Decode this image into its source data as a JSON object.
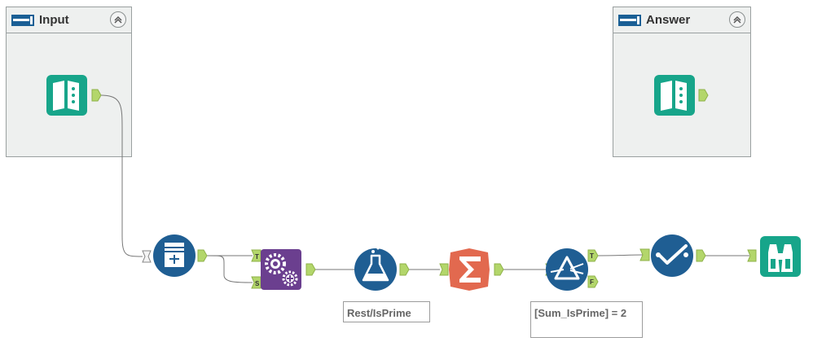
{
  "containers": [
    {
      "id": "input",
      "title": "Input"
    },
    {
      "id": "answer",
      "title": "Answer"
    }
  ],
  "tools": [
    {
      "name": "text-input-tool",
      "icon": "book-icon",
      "color": "#17a58a"
    },
    {
      "name": "text-input-answer-tool",
      "icon": "book-icon",
      "color": "#17a58a"
    },
    {
      "name": "generate-rows-tool",
      "icon": "list-add-icon",
      "color": "#1f5e93"
    },
    {
      "name": "append-fields-tool",
      "icon": "gears-icon",
      "color": "#6b3f8f"
    },
    {
      "name": "formula-tool",
      "icon": "flask-icon",
      "color": "#1f5e93"
    },
    {
      "name": "summarize-tool",
      "icon": "sigma-icon",
      "color": "#e2694f"
    },
    {
      "name": "filter-tool",
      "icon": "prism-icon",
      "color": "#1f5e93"
    },
    {
      "name": "select-tool",
      "icon": "checkmark-icon",
      "color": "#1f5e93"
    },
    {
      "name": "browse-tool",
      "icon": "binoculars-icon",
      "color": "#17a58a"
    }
  ],
  "anchors": {
    "append_targets": "T",
    "append_source": "S",
    "filter_true": "T",
    "filter_false": "F"
  },
  "annotations": {
    "formula": "Rest/IsPrime",
    "filter": "[Sum_IsPrime] = 2"
  },
  "colors": {
    "anchor": "#b3d66b",
    "connection": "#777777",
    "container_bg": "#eef0ef"
  }
}
